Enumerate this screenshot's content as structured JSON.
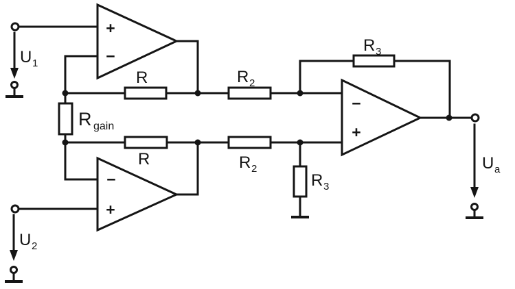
{
  "diagram": {
    "type": "circuit-schematic",
    "name": "three-opamp-instrumentation-amplifier",
    "colors": {
      "line": "#151515",
      "background": "#ffffff"
    },
    "terminals": {
      "u1": {
        "label": "U",
        "sub": "1"
      },
      "u2": {
        "label": "U",
        "sub": "2"
      },
      "ua": {
        "label": "U",
        "sub": "a"
      }
    },
    "resistors": {
      "r_feedback_top": {
        "label": "R",
        "sub": ""
      },
      "r_feedback_bottom": {
        "label": "R",
        "sub": ""
      },
      "r2_top": {
        "label": "R",
        "sub": "2"
      },
      "r2_bottom": {
        "label": "R",
        "sub": "2"
      },
      "r3_feedback": {
        "label": "R",
        "sub": "3"
      },
      "r3_ground": {
        "label": "R",
        "sub": "3"
      },
      "r_gain": {
        "label": "R",
        "sub": "gain"
      }
    },
    "opamps": {
      "opamp1": {
        "top_input": "+",
        "bottom_input": "−"
      },
      "opamp2": {
        "top_input": "−",
        "bottom_input": "+"
      },
      "opamp3": {
        "top_input": "−",
        "bottom_input": "+"
      }
    }
  }
}
